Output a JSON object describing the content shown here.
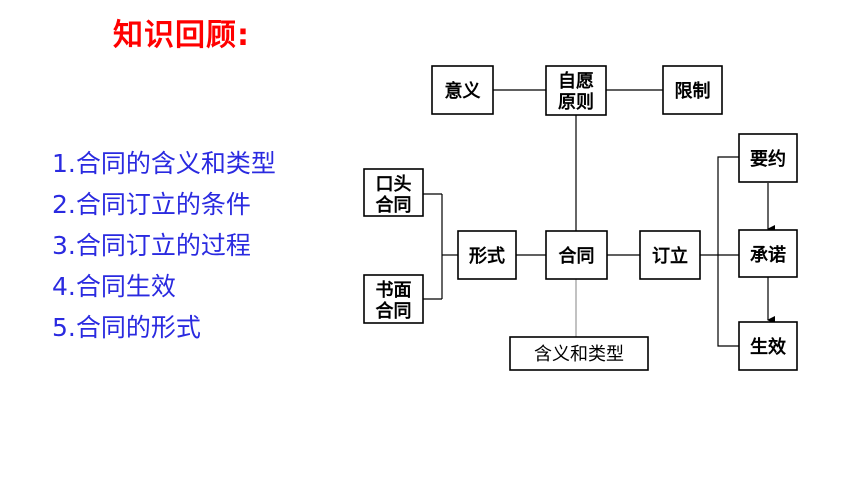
{
  "title": "知识回顾:",
  "outline": [
    "1.合同的含义和类型",
    "2.合同订立的条件",
    "3.合同订立的过程",
    "4.合同生效",
    "5.合同的形式"
  ],
  "diagram": {
    "meaning": "意义",
    "voluntary_line1": "自愿",
    "voluntary_line2": "原则",
    "restriction": "限制",
    "oral_line1": "口头",
    "oral_line2": "合同",
    "written_line1": "书面",
    "written_line2": "合同",
    "form": "形式",
    "contract": "合同",
    "conclude": "订立",
    "offer": "要约",
    "acceptance": "承诺",
    "effect": "生效",
    "meaning_types": "含义和类型"
  }
}
